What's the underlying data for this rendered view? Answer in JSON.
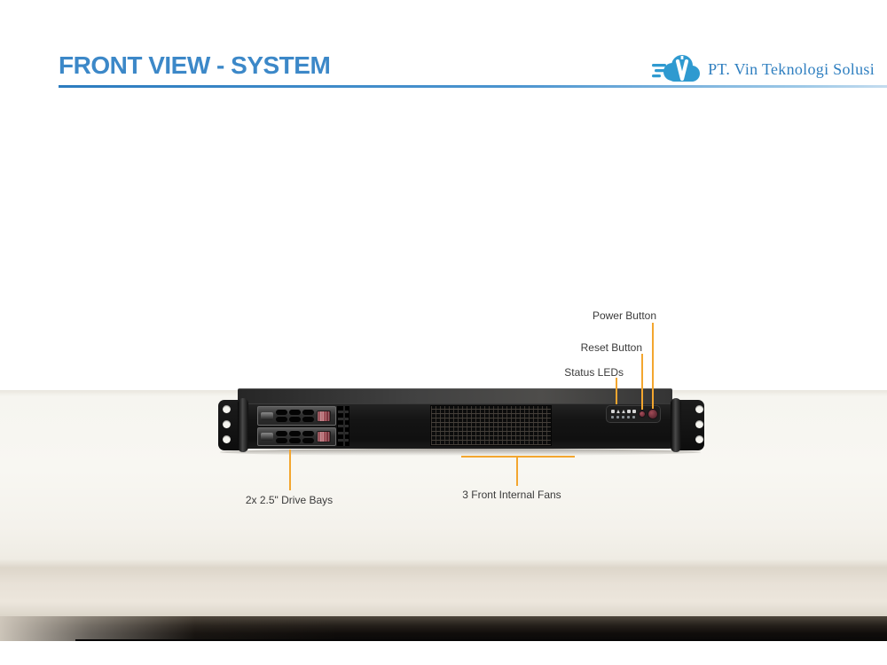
{
  "header": {
    "title": "FRONT VIEW - SYSTEM",
    "logo_text": "PT. Vin Teknologi Solusi"
  },
  "annotations": {
    "power_button": "Power Button",
    "reset_button": "Reset Button",
    "status_leds": "Status LEDs",
    "drive_bays": "2x 2.5\" Drive Bays",
    "front_fans": "3 Front Internal Fans"
  },
  "icons": {
    "logo": "cloud-with-v-and-speed-lines-icon",
    "panel": [
      "status-led-icons",
      "reset-button",
      "power-button"
    ]
  },
  "colors": {
    "title_blue": "#3c88c8",
    "logo_blue": "#2f9ad0",
    "rule_blue": "#2c7cbf",
    "callout_orange": "#f3a62f",
    "label_gray": "#3a3a3a",
    "chassis_black": "#161616",
    "latch_red": "#8e3b44",
    "button_maroon": "#7c3642"
  }
}
